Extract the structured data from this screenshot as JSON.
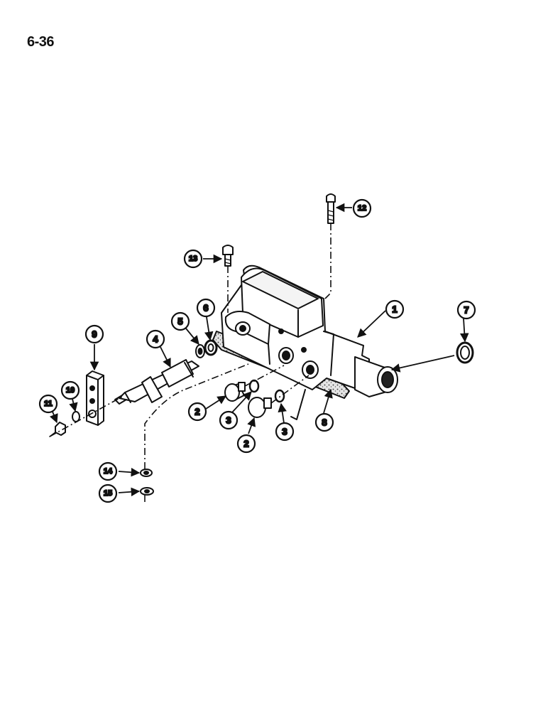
{
  "page_number": "6-36",
  "callouts": [
    {
      "id": "c1",
      "label": "1"
    },
    {
      "id": "c2a",
      "label": "2"
    },
    {
      "id": "c2b",
      "label": "2"
    },
    {
      "id": "c3a",
      "label": "3"
    },
    {
      "id": "c3b",
      "label": "3"
    },
    {
      "id": "c4",
      "label": "4"
    },
    {
      "id": "c5",
      "label": "5"
    },
    {
      "id": "c6",
      "label": "6"
    },
    {
      "id": "c7",
      "label": "7"
    },
    {
      "id": "c8",
      "label": "8"
    },
    {
      "id": "c9",
      "label": "9"
    },
    {
      "id": "c10",
      "label": "10"
    },
    {
      "id": "c11",
      "label": "11"
    },
    {
      "id": "c12",
      "label": "12"
    },
    {
      "id": "c13",
      "label": "13"
    },
    {
      "id": "c14",
      "label": "14"
    },
    {
      "id": "c15",
      "label": "15"
    }
  ],
  "colors": {
    "ink": "#111111",
    "paper": "#ffffff",
    "gasket_fill": "#d8d8d8"
  }
}
